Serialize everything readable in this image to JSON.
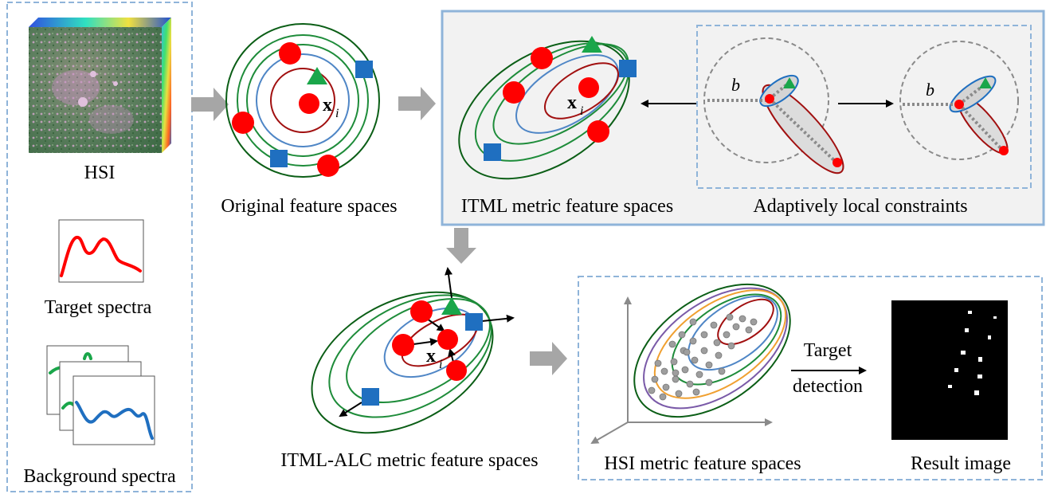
{
  "labels": {
    "hsi": "HSI",
    "target_spectra": "Target spectra",
    "background_spectra": "Background spectra",
    "original": "Original feature spaces",
    "itml": "ITML metric feature spaces",
    "alc": "Adaptively  local constraints",
    "itml_alc": "ITML-ALC metric feature spaces",
    "hsi_metric": "HSI metric feature spaces",
    "result": "Result image",
    "detect_line1": "Target",
    "detect_line2": "detection"
  },
  "symbols": {
    "x": "x",
    "i": "i",
    "b": "b"
  },
  "colors": {
    "red": "#ff0000",
    "green": "#1aa64a",
    "blue": "#1f6fc0",
    "dashed_border": "#8fb4d9",
    "ring_green": "#1e8c3a",
    "ring_dark_green": "#0b5e16",
    "ring_blue": "#4f86c6",
    "ring_red": "#a11010",
    "ring_orange": "#f0a030",
    "ring_purple": "#7a5aa8"
  }
}
